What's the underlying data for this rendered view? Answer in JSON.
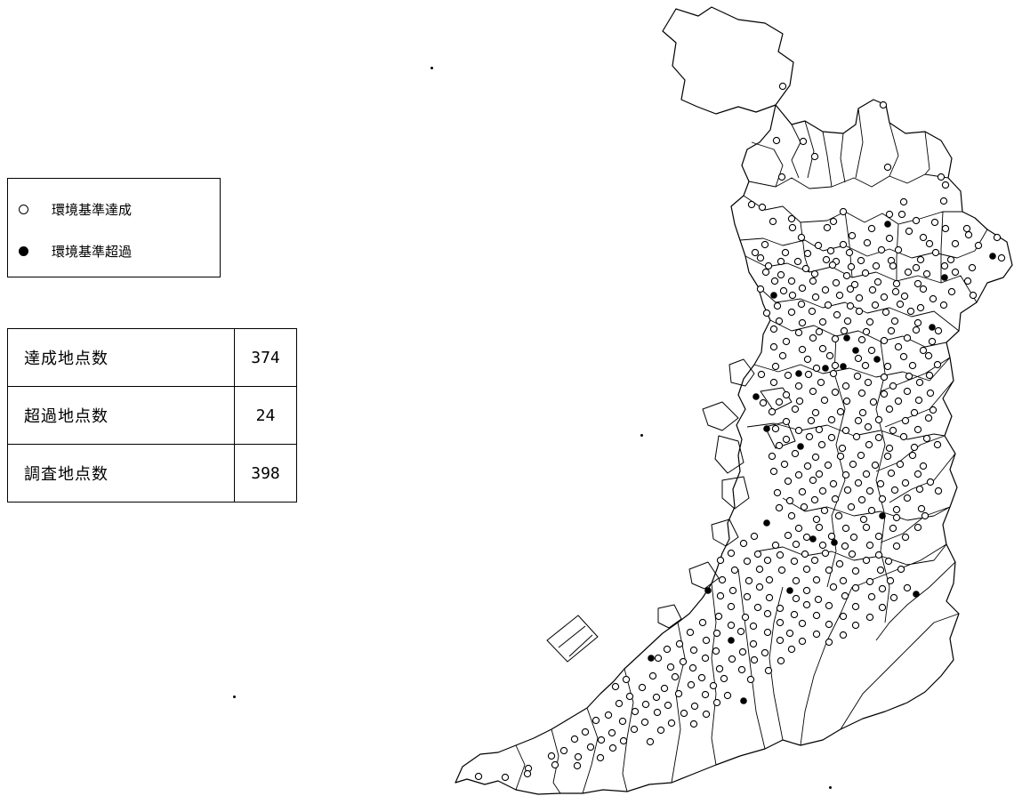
{
  "legend": {
    "achieved_label": "環境基準達成",
    "exceeded_label": "環境基準超過"
  },
  "stats": {
    "rows": [
      {
        "label": "達成地点数",
        "value": "374"
      },
      {
        "label": "超過地点数",
        "value": "24"
      },
      {
        "label": "調査地点数",
        "value": "398"
      }
    ]
  },
  "map": {
    "symbols": {
      "achieved": "open-circle",
      "exceeded": "filled-circle"
    },
    "colors": {
      "stroke": "#000000",
      "background": "#ffffff"
    }
  }
}
